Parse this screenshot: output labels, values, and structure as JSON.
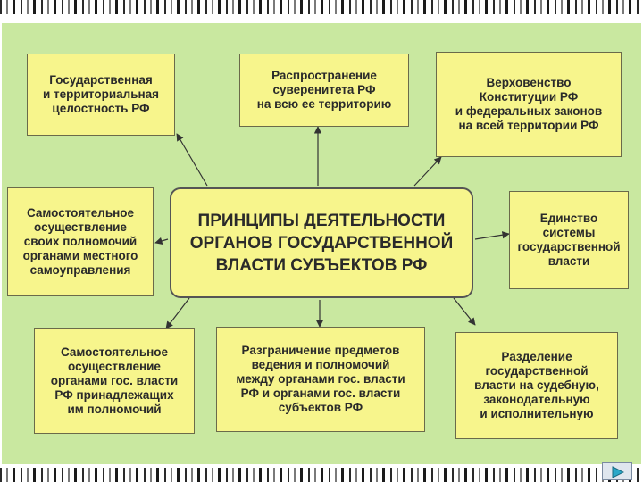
{
  "diagram": {
    "center": "ПРИНЦИПЫ ДЕЯТЕЛЬНОСТИ\nОРГАНОВ ГОСУДАРСТВЕННОЙ\nВЛАСТИ СУБЪЕКТОВ РФ",
    "top_left": "Государственная\nи территориальная\nцелостность РФ",
    "top_center": "Распространение\nсуверенитета РФ\nна всю ее территорию",
    "top_right": "Верховенство\nКонституции РФ\nи федеральных законов\nна всей территории РФ",
    "mid_left": "Самостоятельное\nосуществление\nсвоих полномочий\nорганами местного\nсамоуправления",
    "mid_right": "Единство\nсистемы\nгосударственной\nвласти",
    "bottom_left": "Самостоятельное\nосуществление\nорганами гос. власти\nРФ принадлежащих\nим полномочий",
    "bottom_center": "Разграничение предметов\nведения и полномочий\nмежду органами гос. власти\nРФ и органами гос. власти\nсубъектов РФ",
    "bottom_right": "Разделение\nгосударственной\nвласти на судебную,\nзаконодательную\nи исполнительную"
  },
  "colors": {
    "panel": "#c9e8a0",
    "box": "#f7f58c"
  },
  "nav": {
    "next_icon": "play-arrow-icon"
  }
}
